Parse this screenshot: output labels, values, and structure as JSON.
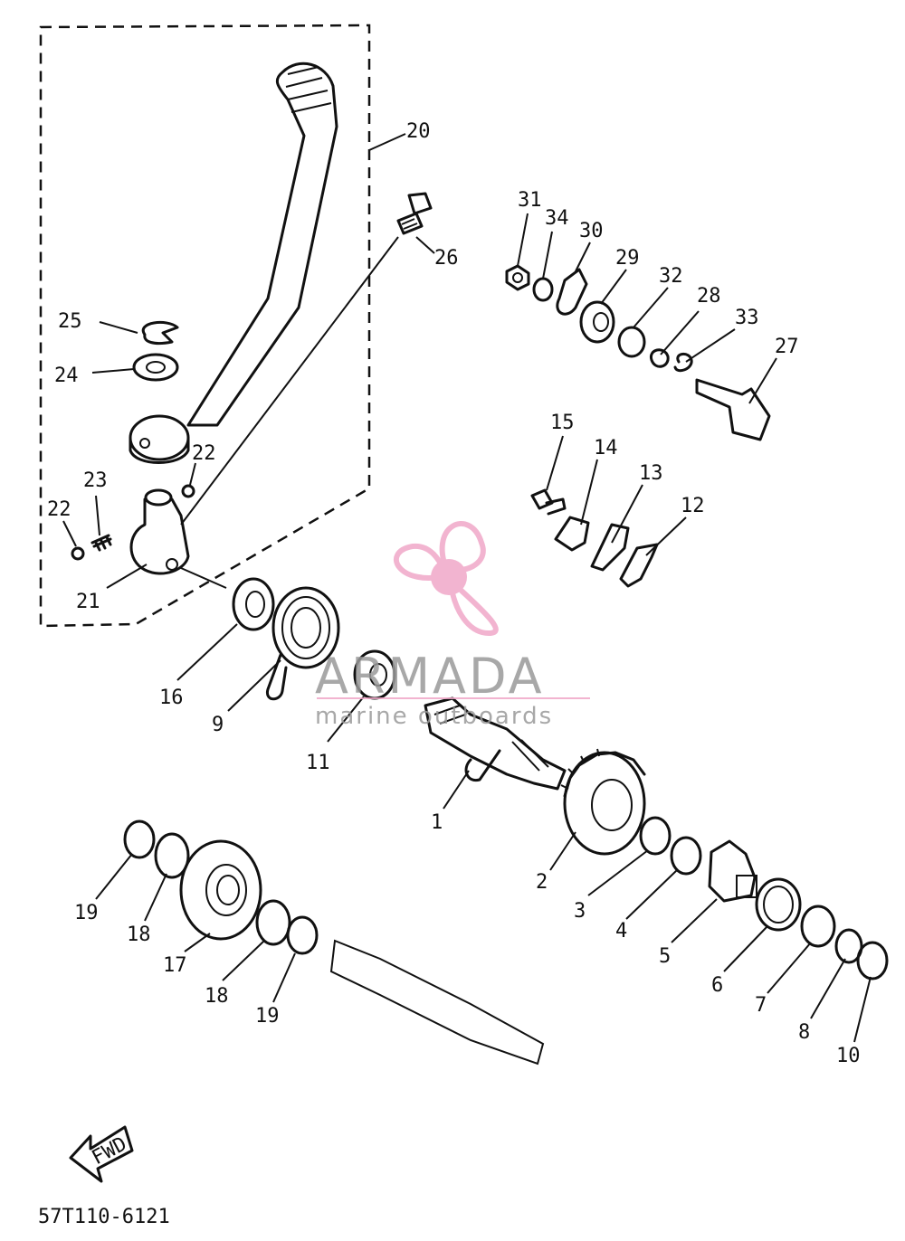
{
  "watermark": {
    "brand": "ARMADA",
    "tagline": "marine outboards",
    "accent_color": "#f0a8c8",
    "text_color": "#9a9a9a"
  },
  "diagram_code": "57T110-6121",
  "direction_label": "FWD",
  "callouts": {
    "c1": "1",
    "c2": "2",
    "c3": "3",
    "c4": "4",
    "c5": "5",
    "c6": "6",
    "c7": "7",
    "c8": "8",
    "c9": "9",
    "c10": "10",
    "c11": "11",
    "c12": "12",
    "c13": "13",
    "c14": "14",
    "c15": "15",
    "c16": "16",
    "c17": "17",
    "c18a": "18",
    "c18b": "18",
    "c19a": "19",
    "c19b": "19",
    "c20": "20",
    "c21": "21",
    "c22a": "22",
    "c22b": "22",
    "c23": "23",
    "c24": "24",
    "c25": "25",
    "c26": "26",
    "c27": "27",
    "c28": "28",
    "c29": "29",
    "c30": "30",
    "c31": "31",
    "c32": "32",
    "c33": "33",
    "c34": "34"
  }
}
